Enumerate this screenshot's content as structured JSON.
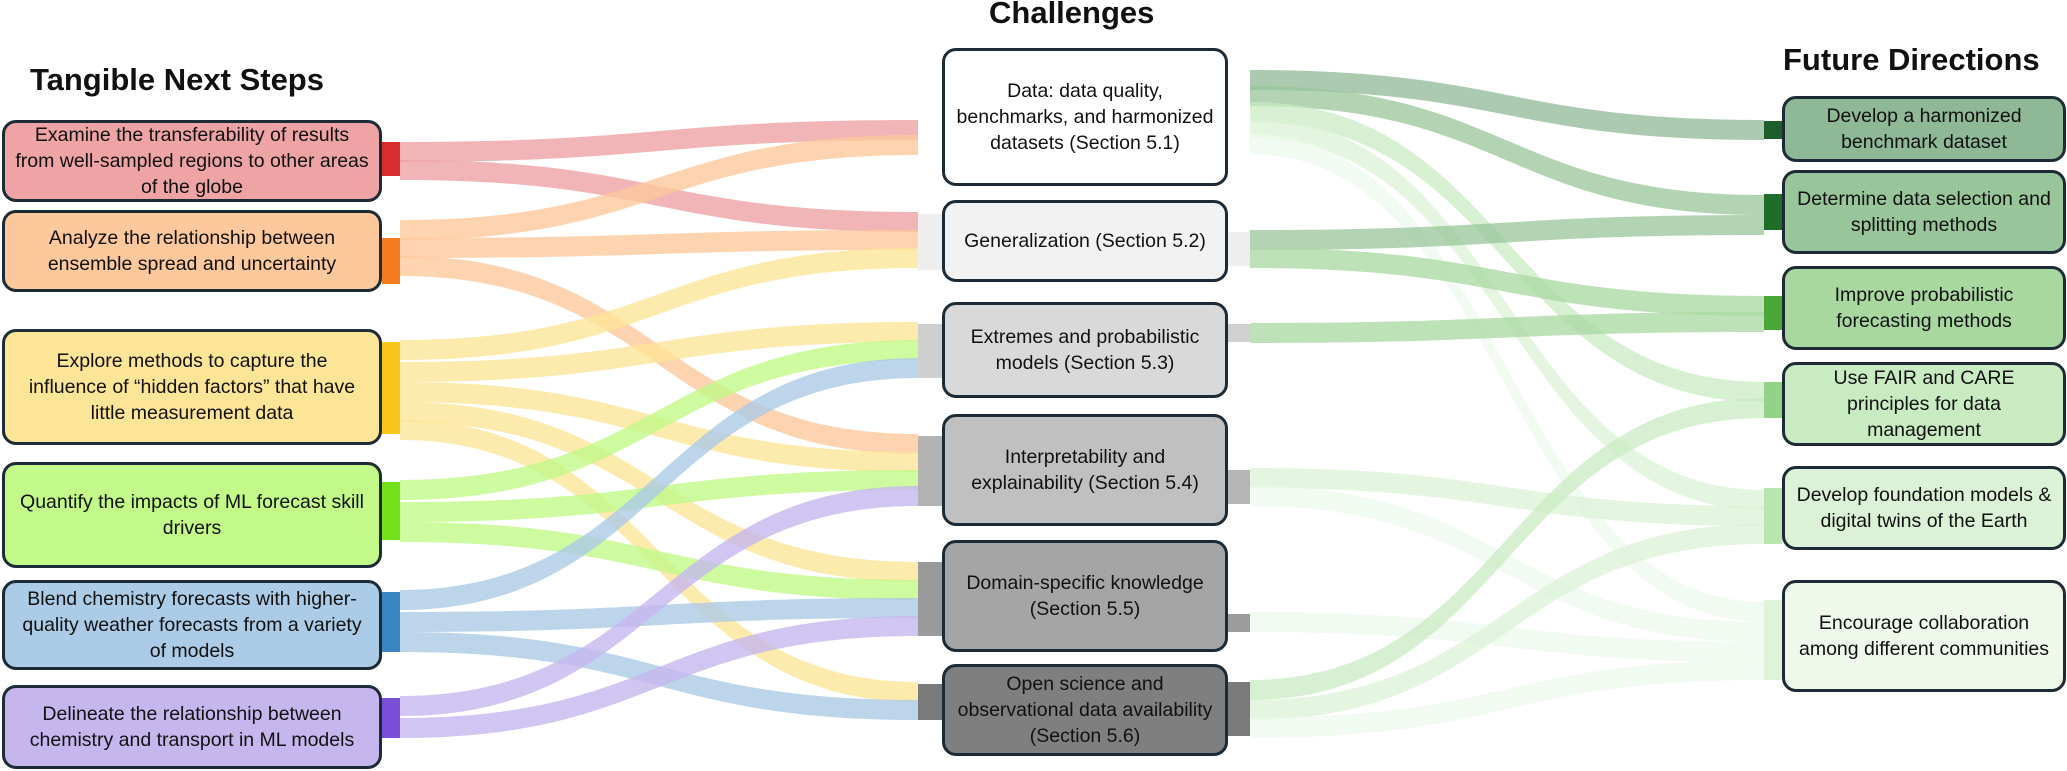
{
  "titles": {
    "left": "Tangible Next Steps",
    "middle": "Challenges",
    "right": "Future Directions"
  },
  "next_steps": [
    {
      "label": "Examine the transferability of results from well-sampled regions to other areas of the globe",
      "fill": "#eea3a5",
      "accent": "#d92d2d"
    },
    {
      "label": "Analyze the relationship between ensemble spread and uncertainty",
      "fill": "#fcc89c",
      "accent": "#f47c20"
    },
    {
      "label": "Explore methods to capture the influence of “hidden factors” that have little measurement data",
      "fill": "#fde598",
      "accent": "#f8c51c"
    },
    {
      "label": "Quantify the impacts of ML forecast skill drivers",
      "fill": "#c2f988",
      "accent": "#72e21a"
    },
    {
      "label": "Blend chemistry forecasts with higher-quality weather forecasts from a variety of models",
      "fill": "#abcbe6",
      "accent": "#3a86c4"
    },
    {
      "label": "Delineate the relationship between chemistry and transport in ML models",
      "fill": "#c6b6ee",
      "accent": "#7a4ed6"
    }
  ],
  "challenges": [
    {
      "label": "Data: data quality, benchmarks, and harmonized datasets (Section 5.1)",
      "fill": "#ffffff",
      "accent": "#ffffff"
    },
    {
      "label": "Generalization (Section 5.2)",
      "fill": "#f2f2f2",
      "accent": "#eeeeee"
    },
    {
      "label": "Extremes and probabilistic models (Section 5.3)",
      "fill": "#d9d9d9",
      "accent": "#d4d4d4"
    },
    {
      "label": "Interpretability and explainability (Section 5.4)",
      "fill": "#c0c0c0",
      "accent": "#bcbcbc"
    },
    {
      "label": "Domain-specific knowledge (Section 5.5)",
      "fill": "#a5a5a5",
      "accent": "#a0a0a0"
    },
    {
      "label": "Open science and observational data availability (Section 5.6)",
      "fill": "#7f7f7f",
      "accent": "#7a7a7a"
    }
  ],
  "future_directions": [
    {
      "label": "Develop a harmonized benchmark dataset",
      "fill": "#8fb896",
      "accent": "#1e5e2b"
    },
    {
      "label": "Determine data selection and splitting methods",
      "fill": "#98c59a",
      "accent": "#1e6e2a"
    },
    {
      "label": "Improve probabilistic forecasting methods",
      "fill": "#a8d8a0",
      "accent": "#4aa83b"
    },
    {
      "label": "Use FAIR and CARE principles for data management",
      "fill": "#c8ebc2",
      "accent": "#92d388"
    },
    {
      "label": "Develop foundation models & digital twins of the Earth",
      "fill": "#dbf2d6",
      "accent": "#b9e6b0"
    },
    {
      "label": "Encourage collaboration among different communities",
      "fill": "#eef9ec",
      "accent": "#dff3da"
    }
  ]
}
